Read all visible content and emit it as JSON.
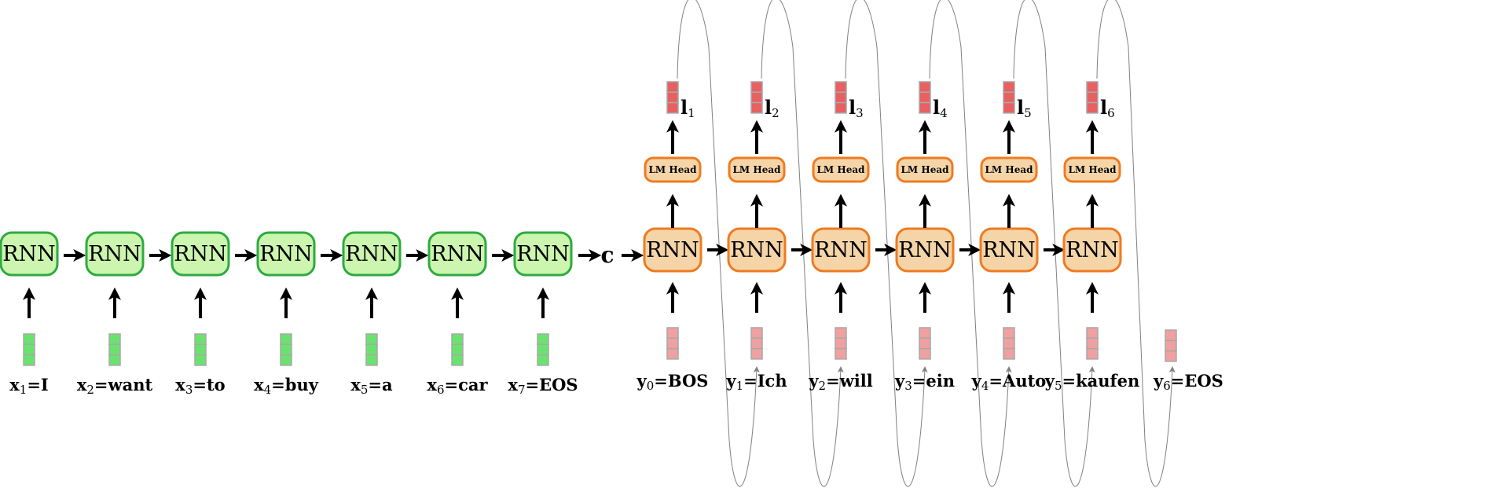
{
  "colors": {
    "encoder_fill": "#ccf5b0",
    "encoder_stroke": "#2eaa40",
    "decoder_fill": "#f5d5a8",
    "decoder_stroke": "#ee7b22",
    "input_vector": "#6ae36e",
    "target_vector": "#f0a0a0",
    "logit_vector": "#e86060",
    "vector_border": "#a8a8a8",
    "loop_line": "#808080"
  },
  "encoder": {
    "cell_label": "RNN",
    "inputs": [
      {
        "var": "x",
        "sub": "1",
        "word": "I"
      },
      {
        "var": "x",
        "sub": "2",
        "word": "want"
      },
      {
        "var": "x",
        "sub": "3",
        "word": "to"
      },
      {
        "var": "x",
        "sub": "4",
        "word": "buy"
      },
      {
        "var": "x",
        "sub": "5",
        "word": "a"
      },
      {
        "var": "x",
        "sub": "6",
        "word": "car"
      },
      {
        "var": "x",
        "sub": "7",
        "word": "EOS"
      }
    ]
  },
  "context_label": "c",
  "decoder": {
    "cell_label": "RNN",
    "head_label": "LM Head",
    "inputs": [
      {
        "var": "y",
        "sub": "0",
        "word": "BOS"
      },
      {
        "var": "y",
        "sub": "1",
        "word": "Ich"
      },
      {
        "var": "y",
        "sub": "2",
        "word": "will"
      },
      {
        "var": "y",
        "sub": "3",
        "word": "ein"
      },
      {
        "var": "y",
        "sub": "4",
        "word": "Auto"
      },
      {
        "var": "y",
        "sub": "5",
        "word": "kaufen"
      }
    ],
    "final_target": {
      "var": "y",
      "sub": "6",
      "word": "EOS"
    },
    "outputs": [
      {
        "var": "l",
        "sub": "1"
      },
      {
        "var": "l",
        "sub": "2"
      },
      {
        "var": "l",
        "sub": "3"
      },
      {
        "var": "l",
        "sub": "4"
      },
      {
        "var": "l",
        "sub": "5"
      },
      {
        "var": "l",
        "sub": "6"
      }
    ]
  }
}
